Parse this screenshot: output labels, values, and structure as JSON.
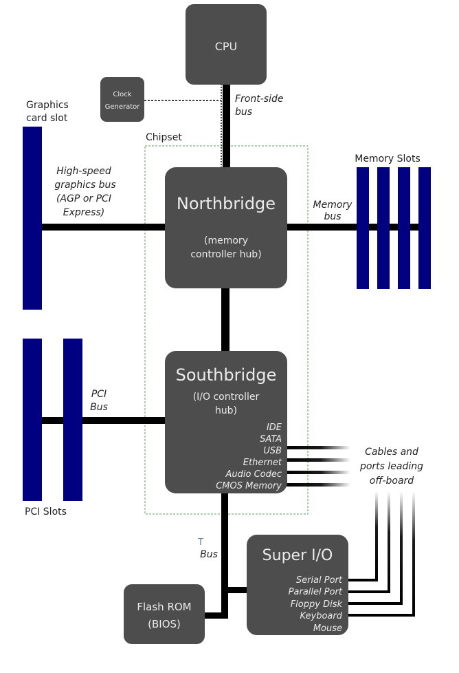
{
  "colors": {
    "chip": "#4d4d4d",
    "slot": "#000080",
    "bus": "#000000",
    "chipset_border": "#5aa05a",
    "chip_text": "#ebebeb",
    "label_text": "#222222"
  },
  "chips": {
    "cpu": {
      "title": "CPU"
    },
    "clock": {
      "line1": "Clock",
      "line2": "Generator"
    },
    "northbridge": {
      "title": "Northbridge",
      "sub1": "(memory",
      "sub2": "controller hub)"
    },
    "southbridge": {
      "title": "Southbridge",
      "sub1": "(I/O controller",
      "sub2": "hub)",
      "ports": [
        "IDE",
        "SATA",
        "USB",
        "Ethernet",
        "Audio Codec",
        "CMOS Memory"
      ]
    },
    "superio": {
      "title": "Super I/O",
      "ports": [
        "Serial Port",
        "Parallel Port",
        "Floppy Disk",
        "Keyboard",
        "Mouse"
      ]
    },
    "flash": {
      "line1": "Flash ROM",
      "line2": "(BIOS)"
    }
  },
  "labels": {
    "front_side_bus": [
      "Front-side",
      "bus"
    ],
    "chipset": "Chipset",
    "graphics_slot": [
      "Graphics",
      "card slot"
    ],
    "graphics_bus": [
      "High-speed",
      "graphics bus",
      "(AGP or PCI",
      "Express)"
    ],
    "memory_slots": "Memory Slots",
    "memory_bus": [
      "Memory",
      "bus"
    ],
    "pci_bus": [
      "PCI",
      "Bus"
    ],
    "pci_slots": "PCI Slots",
    "cables": [
      "Cables and",
      "ports leading",
      "off-board"
    ],
    "lpc_bus": [
      "T",
      "Bus"
    ]
  }
}
